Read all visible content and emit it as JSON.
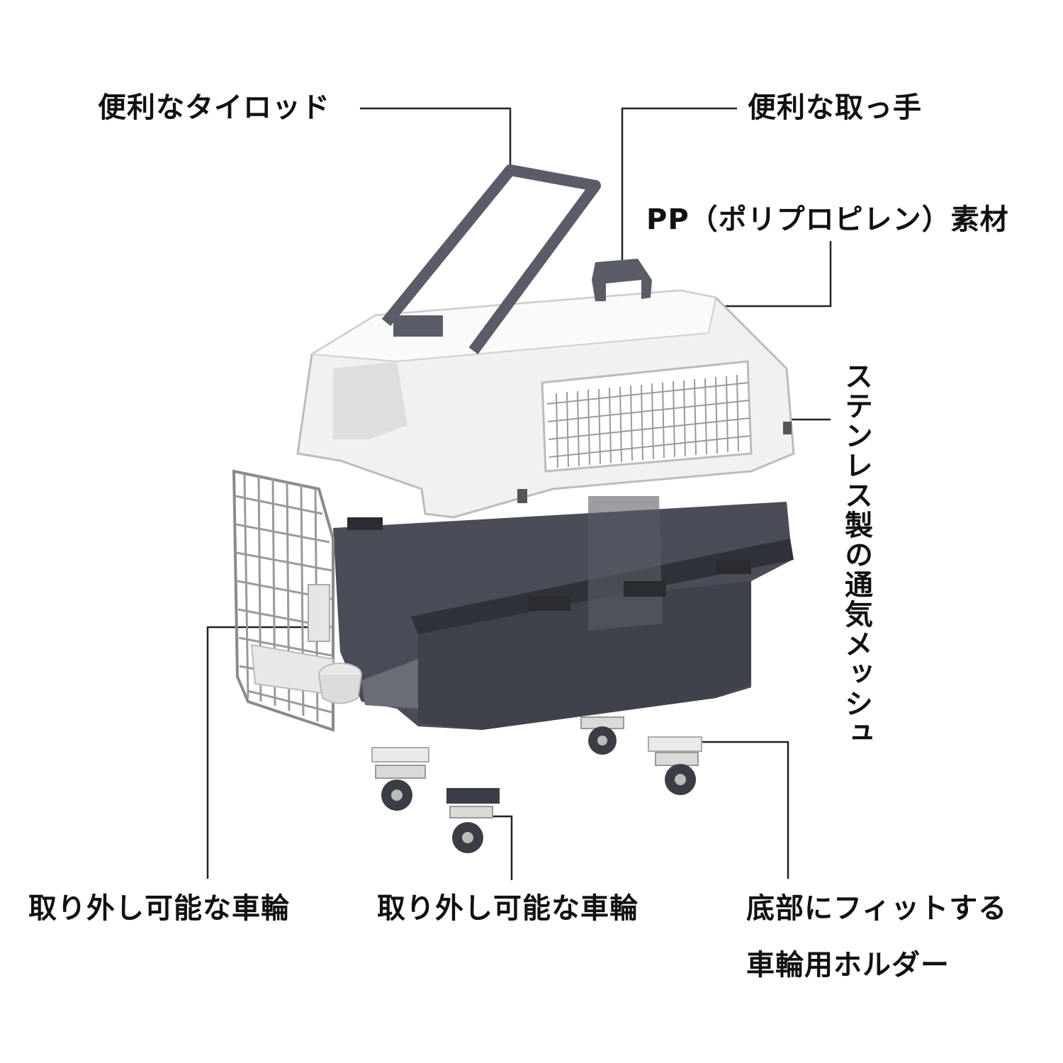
{
  "labels": {
    "tie_rod": "便利なタイロッド",
    "handle": "便利な取っ手",
    "material": "PP（ポリプロピレン）素材",
    "mesh": "ステンレス製の通気メッシュ",
    "wheel_left": "取り外し可能な車輪",
    "wheel_middle": "取り外し可能な車輪",
    "holder_line1": "底部にフィットする",
    "holder_line2": "車輪用ホルダー"
  },
  "colors": {
    "shell": "#f1f1f1",
    "shell_edge": "#bcbcbc",
    "base": "#4a4d57",
    "base_dark": "#3a3d46",
    "handle": "#5a5d68",
    "mesh": "#9a9a9a",
    "leader": "#222222"
  }
}
